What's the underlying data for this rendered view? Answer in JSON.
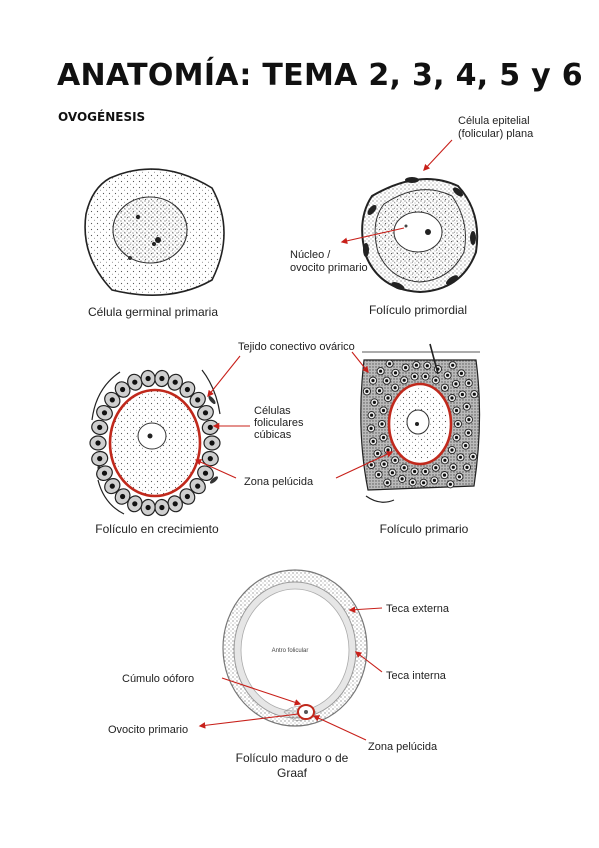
{
  "page": {
    "title": "ANATOMÍA: TEMA 2, 3, 4, 5 y 6",
    "section": "OVOGÉNESIS"
  },
  "colors": {
    "arrow": "#c8201a",
    "zona": "#c0291c",
    "ink": "#222222"
  },
  "figures": {
    "germinal": {
      "caption": "Célula germinal primaria"
    },
    "primordial": {
      "caption": "Folículo primordial",
      "label_epithelial_1": "Célula epitelial",
      "label_epithelial_2": "(folicular) plana",
      "label_nucleus_1": "Núcleo /",
      "label_nucleus_2": "ovocito primario"
    },
    "growing": {
      "caption": "Folículo en crecimiento",
      "label_connective": "Tejido conectivo ovárico",
      "label_cells_1": "Células",
      "label_cells_2": "foliculares",
      "label_cells_3": "cúbicas",
      "label_zona": "Zona pelúcida"
    },
    "primary": {
      "caption": "Folículo primario"
    },
    "mature": {
      "caption_1": "Folículo maduro o de",
      "caption_2": "Graaf",
      "label_antrum": "Antro folicular",
      "label_teca_ext": "Teca externa",
      "label_teca_int": "Teca interna",
      "label_cumulus": "Cúmulo oóforo",
      "label_oocyte": "Ovocito primario",
      "label_zona": "Zona pelúcida"
    }
  }
}
